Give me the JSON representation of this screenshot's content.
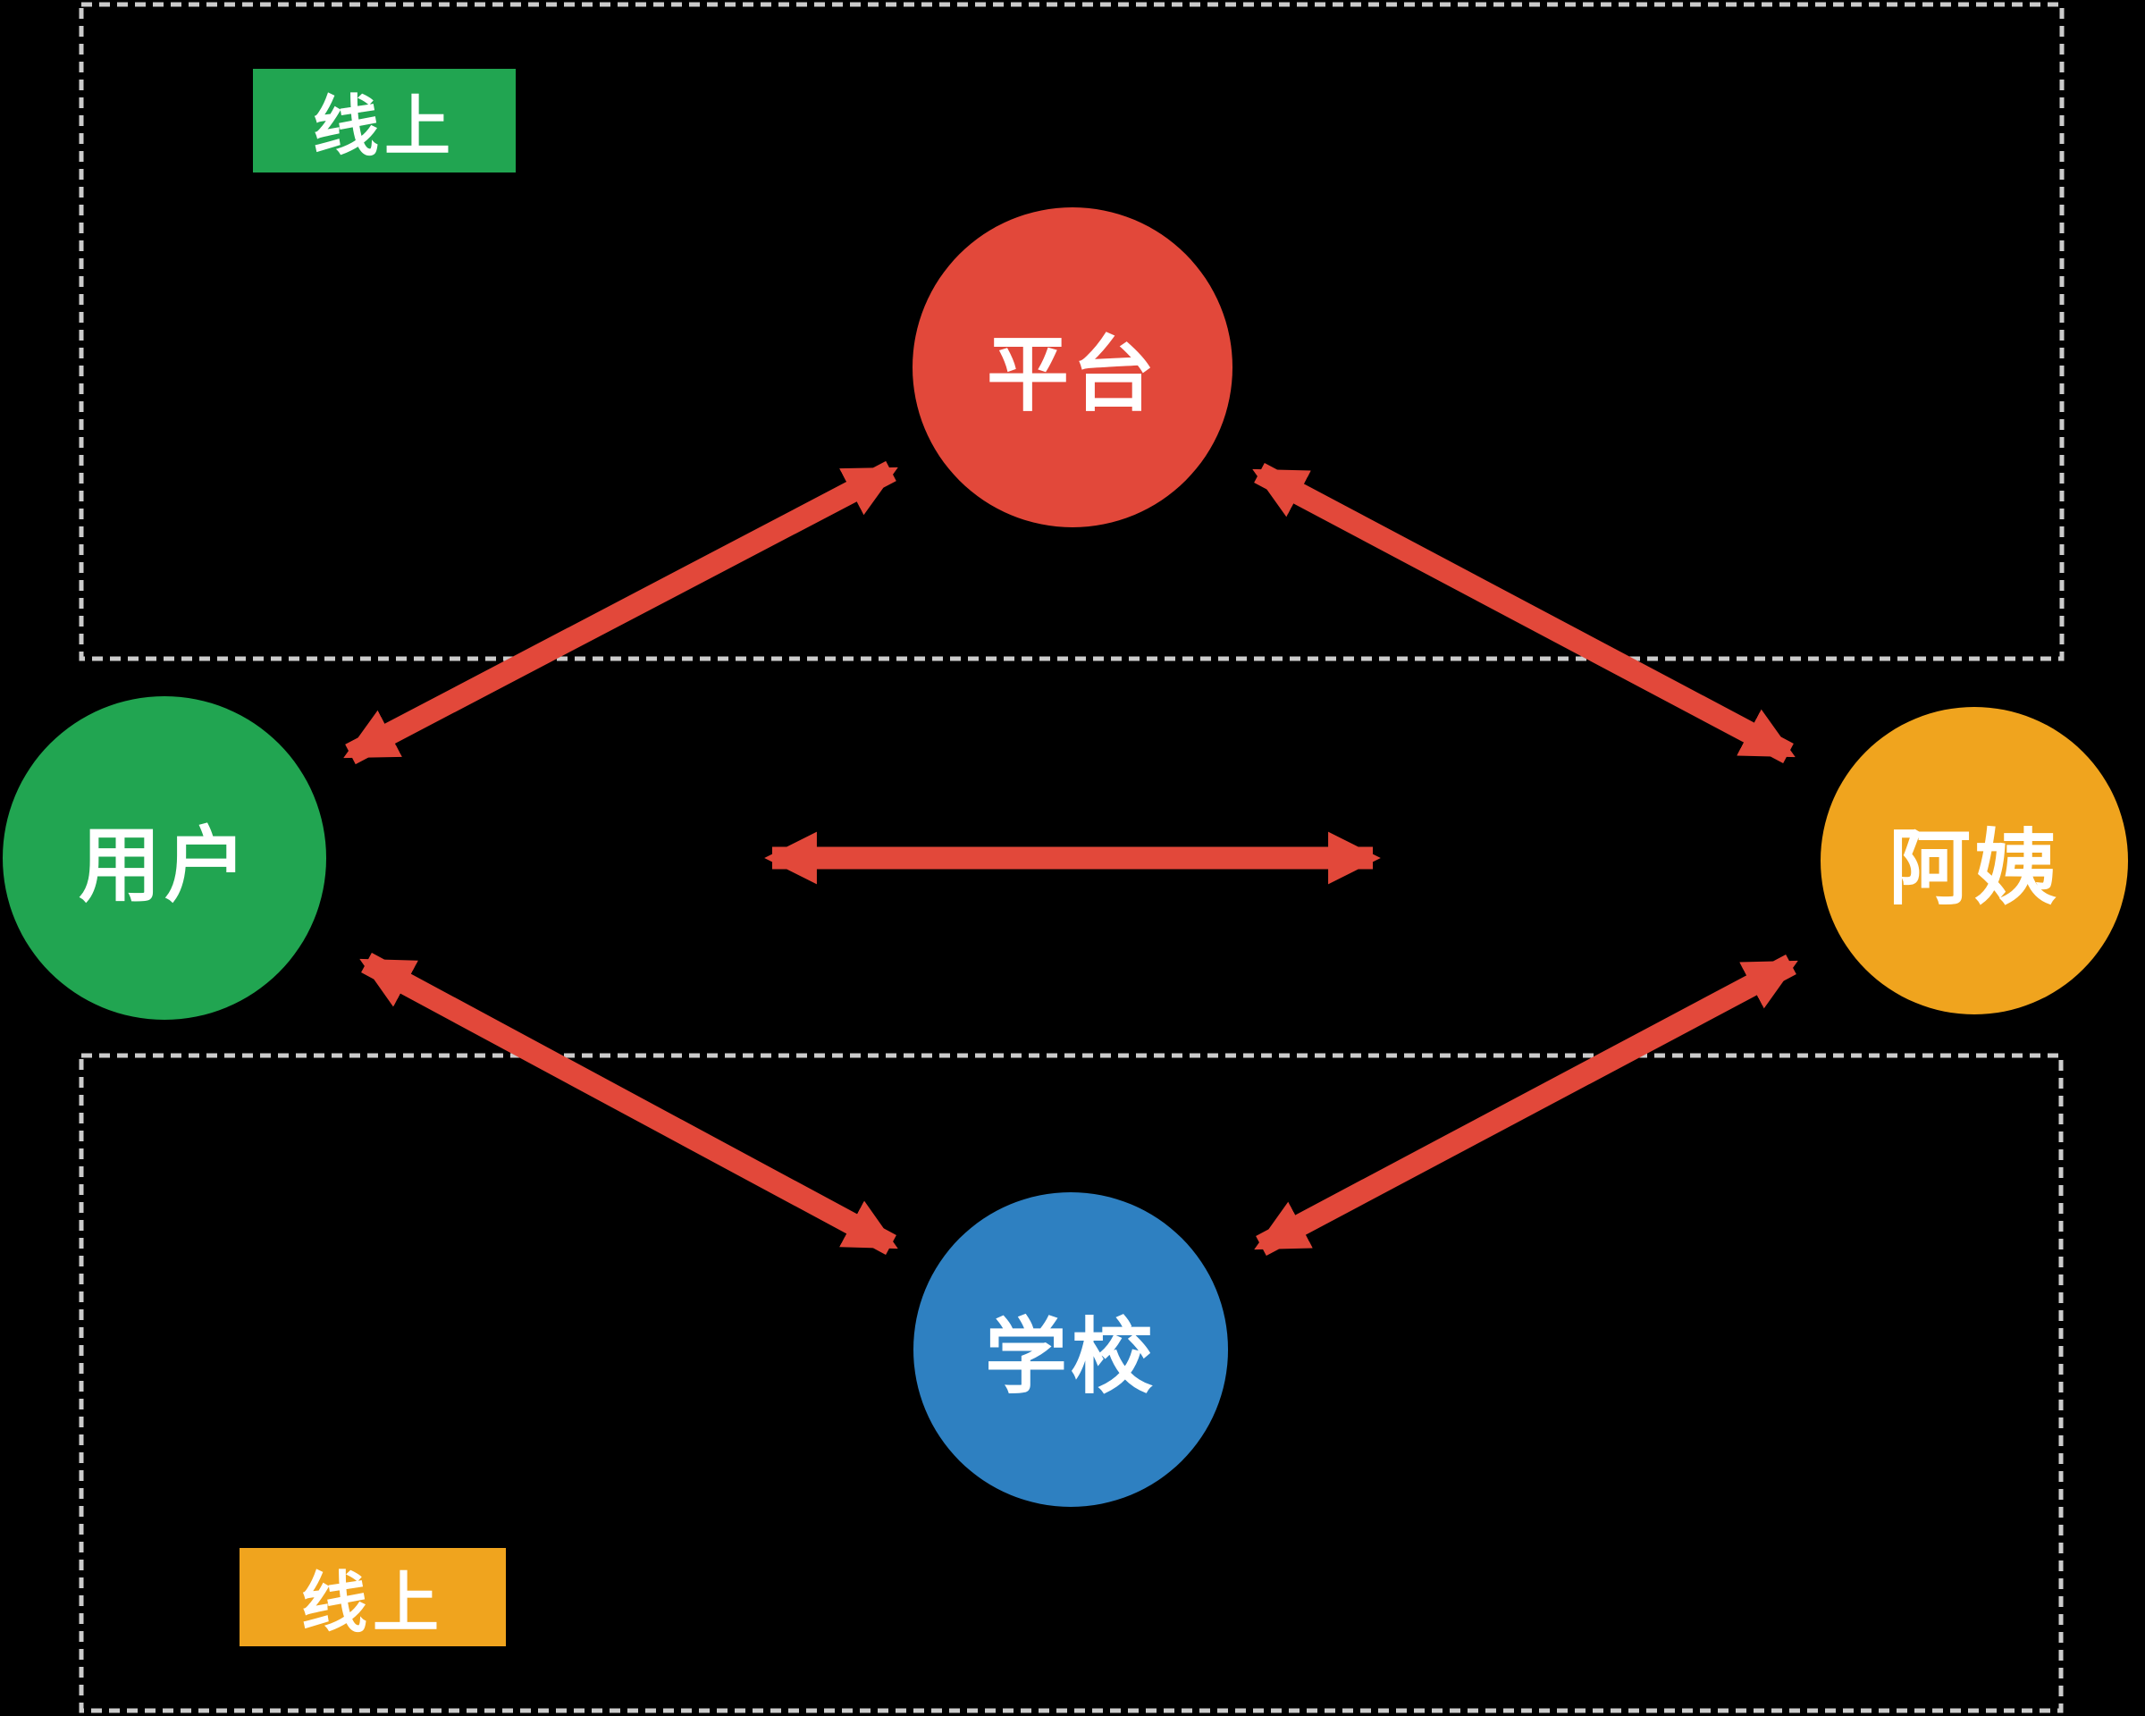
{
  "diagram": {
    "background": "#000000",
    "border_color": "#CBCBCB",
    "arrow_color": "#E2483A",
    "regions": [
      {
        "id": "top-region",
        "label": "线上",
        "label_color": "#21A551",
        "position": "top"
      },
      {
        "id": "bottom-region",
        "label": "线上",
        "label_color": "#F0A41E",
        "position": "bottom"
      }
    ],
    "nodes": [
      {
        "id": "platform",
        "label": "平台",
        "color": "#E2483A"
      },
      {
        "id": "user",
        "label": "用户",
        "color": "#21A551"
      },
      {
        "id": "aunt",
        "label": "阿姨",
        "color": "#F0A41E"
      },
      {
        "id": "school",
        "label": "学校",
        "color": "#2E80C1"
      }
    ],
    "edges": [
      {
        "from": "user",
        "to": "platform",
        "bidirectional": true
      },
      {
        "from": "platform",
        "to": "aunt",
        "bidirectional": true
      },
      {
        "from": "user",
        "to": "aunt",
        "bidirectional": true
      },
      {
        "from": "user",
        "to": "school",
        "bidirectional": true
      },
      {
        "from": "school",
        "to": "aunt",
        "bidirectional": true
      }
    ]
  }
}
